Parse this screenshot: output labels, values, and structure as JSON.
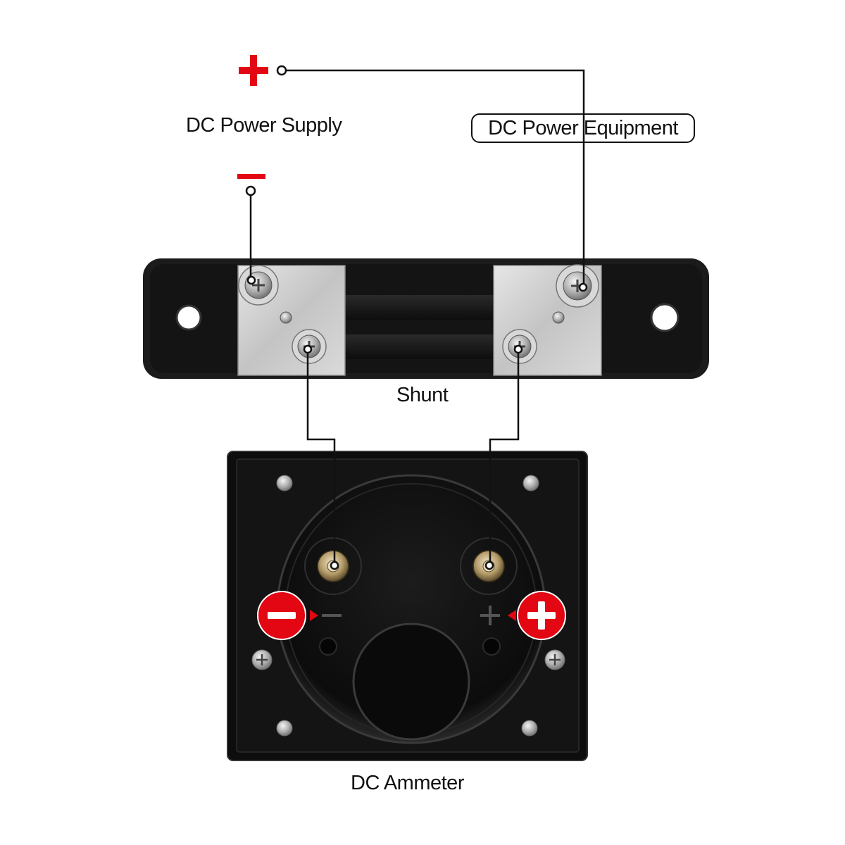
{
  "labels": {
    "power_supply": "DC Power Supply",
    "power_equipment": "DC Power Equipment",
    "shunt": "Shunt",
    "ammeter": "DC Ammeter"
  },
  "polarity": {
    "positive_symbol": "+",
    "negative_symbol": "−"
  },
  "colors": {
    "polarity_red": "#e30613",
    "wire": "#111111",
    "shunt_body": "#1a1a1a",
    "shunt_plate": "#c9c9c9",
    "meter_body": "#101010"
  },
  "icons": {
    "positive": "plus-sign-icon",
    "negative": "minus-sign-icon",
    "screw": "screw-icon"
  }
}
